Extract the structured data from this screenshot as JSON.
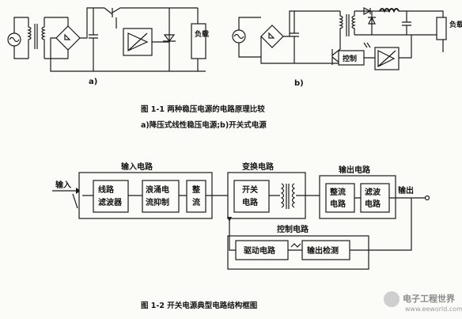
{
  "fig1": {
    "label_a": "a)",
    "label_b": "b)",
    "load_a": "负载",
    "load_b": "负载",
    "control_b": "控制",
    "caption_title": "图 1-1   两种稳压电源的电路原理比较",
    "caption_sub": "a)降压式线性稳压电源;b)开关式电源"
  },
  "fig2": {
    "input_arrow": "输入",
    "output_arrow": "输出",
    "input_group": "输入电路",
    "convert_group": "变换电路",
    "output_group": "输出电路",
    "control_group": "控制电路",
    "blocks": {
      "line_filter": [
        "线路",
        "滤波器"
      ],
      "surge_limit": [
        "浪涌电",
        "流抑制"
      ],
      "rectify": [
        "整",
        "流"
      ],
      "switch": [
        "开关",
        "电路"
      ],
      "out_rectify": [
        "整流",
        "电路"
      ],
      "out_filter": [
        "滤波",
        "电路"
      ],
      "drive": "驱动电路",
      "detect": "输出检测"
    },
    "caption": "图 1-2   开关电源典型电路结构框图"
  },
  "watermark": {
    "title": "电子工程世界",
    "url": "www.eeworld.com.cn"
  }
}
